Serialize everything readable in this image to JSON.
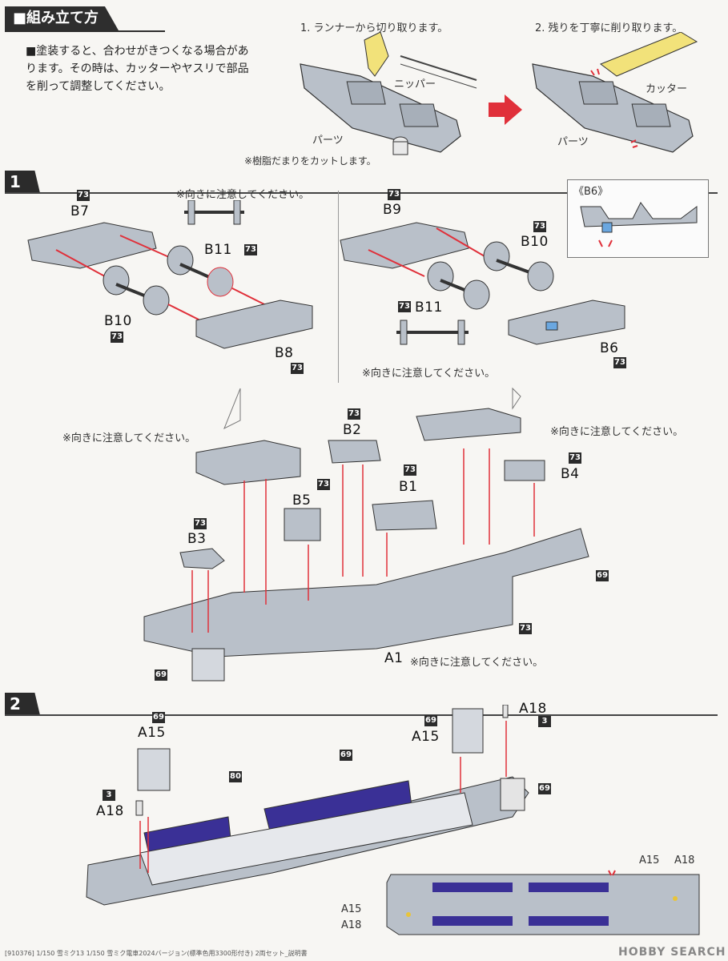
{
  "header": {
    "title": "■組み立て方",
    "note_line1": "■塗装すると、合わせがきつくなる場合があ",
    "note_line2": "ります。その時は、カッターやヤスリで部品",
    "note_line3": "を削って調整してください。",
    "step_cut": "1. ランナーから切り取ります。",
    "step_trim": "2. 残りを丁寧に削り取ります。",
    "nipper": "ニッパー",
    "parts1": "パーツ",
    "resin_note": "※樹脂だまりをカットします。",
    "cutter": "カッター",
    "parts2": "パーツ"
  },
  "step1": {
    "number": "1",
    "caution_top": "※向きに注意してください。",
    "caution_right": "※向きに注意してください。",
    "caution_mid_left": "※向きに注意してください。",
    "caution_mid_right": "※向きに注意してください。",
    "caution_a1": "※向きに注意してください。",
    "b6_title": "《B6》",
    "parts": {
      "B7": "B7",
      "B11a": "B11",
      "B10a": "B10",
      "B8": "B8",
      "B9": "B9",
      "B10b": "B10",
      "B11b": "B11",
      "B6": "B6",
      "B2": "B2",
      "B1": "B1",
      "B4": "B4",
      "B5": "B5",
      "B3": "B3",
      "A1": "A1"
    },
    "badges": {
      "b7": "73",
      "b11a": "73",
      "b10a": "73",
      "b8": "73",
      "b9": "73",
      "b10b": "73",
      "b11b": "73",
      "b6": "73",
      "b2": "73",
      "b1": "73",
      "b4": "73",
      "bogie": "73",
      "b3": "73",
      "a1": "73",
      "a1_69": "69",
      "tail_69": "69"
    }
  },
  "step2": {
    "number": "2",
    "parts": {
      "A15_left": "A15",
      "A18_left": "A18",
      "A15_right": "A15",
      "A18_right": "A18",
      "A15_small_a": "A15",
      "A18_small_a": "A18",
      "A15_small_b": "A15",
      "A18_small_b": "A18"
    },
    "badges": {
      "a15_left": "69",
      "a18_left": "3",
      "a15_right": "69",
      "a18_right": "3",
      "seats": "80",
      "body": "69",
      "end": "69"
    }
  },
  "footer": {
    "text": "[910376] 1/150 雪ミク13 1/150 雪ミク電車2024バージョン(標準色用3300形付き) 2両セット_説明書",
    "brand": "HOBBY SEARCH"
  },
  "colors": {
    "part_gray": "#b9c0c9",
    "seat_blue": "#3a3096",
    "arrow_red": "#e0303a",
    "accent_yellow": "#f2e27a"
  }
}
